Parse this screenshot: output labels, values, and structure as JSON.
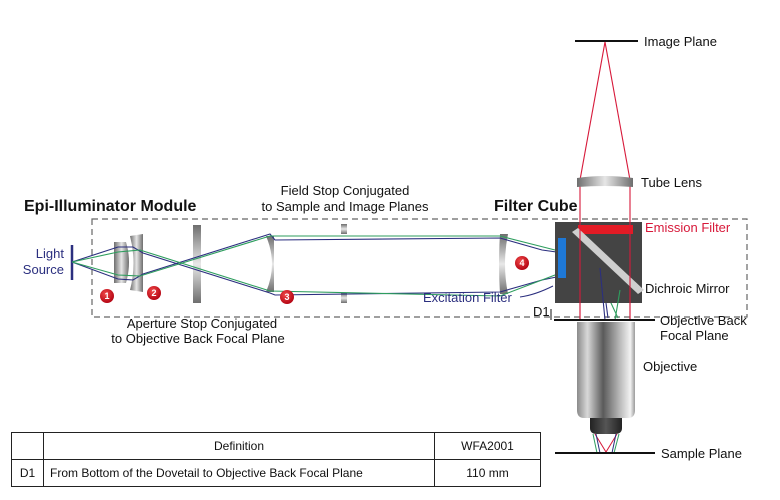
{
  "labels": {
    "image_plane": "Image Plane",
    "tube_lens": "Tube Lens",
    "epi_module": "Epi-Illuminator Module",
    "field_stop_line1": "Field Stop Conjugated",
    "field_stop_line2": "to Sample and Image Planes",
    "filter_cube": "Filter Cube",
    "emission_filter": "Emission Filter",
    "light_line1": "Light",
    "light_line2": "Source",
    "dichroic_mirror": "Dichroic Mirror",
    "excitation_filter": "Excitation Filter",
    "d1": "D1",
    "obf_line1": "Objective Back",
    "obf_line2": "Focal Plane",
    "aperture_line1": "Aperture Stop Conjugated",
    "aperture_line2": "to Objective Back Focal Plane",
    "objective": "Objective",
    "sample_plane": "Sample Plane"
  },
  "badges": [
    "1",
    "2",
    "3",
    "4"
  ],
  "colors": {
    "emission_red": "#d7193a",
    "excitation_blue": "#2b2f7f",
    "ray_green": "#2e9e5e",
    "ray_blue": "#2b2f7f",
    "badge_red": "#d1101e"
  },
  "table": {
    "headers": [
      "",
      "Definition",
      "WFA2001"
    ],
    "rows": [
      [
        "D1",
        "From Bottom of the Dovetail to Objective Back Focal Plane",
        "110 mm"
      ]
    ]
  }
}
